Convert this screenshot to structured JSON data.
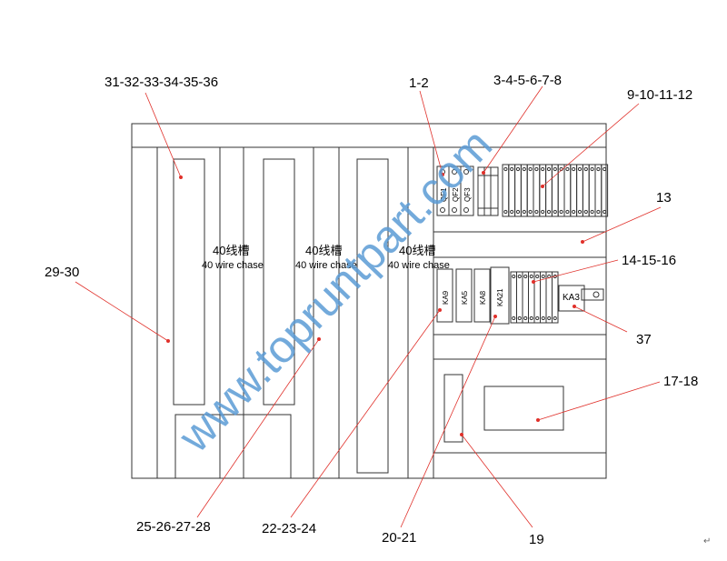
{
  "callouts": {
    "c31_36": "31-32-33-34-35-36",
    "c1_2": "1-2",
    "c3_8": "3-4-5-6-7-8",
    "c9_12": "9-10-11-12",
    "c13": "13",
    "c14_16": "14-15-16",
    "c29_30": "29-30",
    "c37": "37",
    "c17_18": "17-18",
    "c25_28": "25-26-27-28",
    "c22_24": "22-23-24",
    "c20_21": "20-21",
    "c19": "19"
  },
  "wire_chases": [
    {
      "cn": "40线槽",
      "en": "40 wire  chase"
    },
    {
      "cn": "40线槽",
      "en": "40 wire  chase"
    },
    {
      "cn": "40线槽",
      "en": "40 wire  chase"
    }
  ],
  "breakers": [
    "QF1",
    "QF2",
    "QF3"
  ],
  "relays": [
    "KA9",
    "KA5",
    "KA8",
    "KA21"
  ],
  "relay_ka3": "KA3",
  "watermark": "www.topruntpart.com",
  "return_mark": "↵",
  "colors": {
    "line": "#333333",
    "leader": "#e0302a",
    "watermark": "#5b9bd5"
  }
}
